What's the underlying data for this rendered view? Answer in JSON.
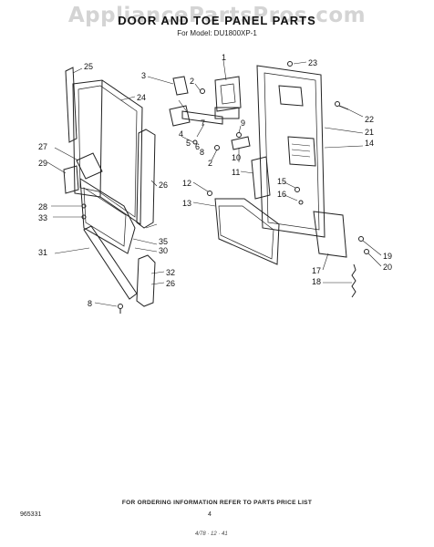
{
  "watermark": "AppliancePartsPros.com",
  "title": "DOOR AND TOE PANEL PARTS",
  "subtitle": "For Model: DU1800XP-1",
  "footer": "FOR ORDERING INFORMATION REFER TO PARTS PRICE LIST",
  "doc_number": "965331",
  "page_number": "4",
  "stamp": "4/78 · 12 · 41",
  "callouts": [
    "1",
    "2",
    "2",
    "3",
    "4",
    "5",
    "6",
    "7",
    "8",
    "8",
    "9",
    "10",
    "11",
    "12",
    "13",
    "14",
    "15",
    "16",
    "17",
    "18",
    "19",
    "20",
    "21",
    "22",
    "23",
    "24",
    "25",
    "26",
    "26",
    "27",
    "28",
    "29",
    "30",
    "31",
    "32",
    "33",
    "35"
  ]
}
